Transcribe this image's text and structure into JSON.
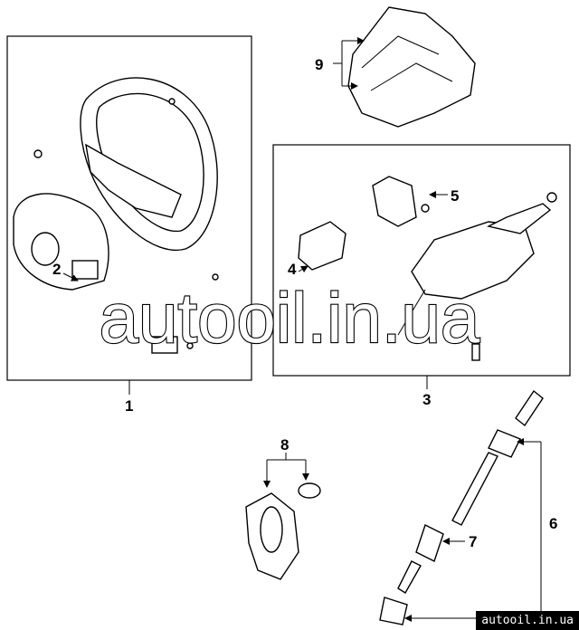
{
  "diagram": {
    "callouts": [
      "1",
      "2",
      "3",
      "4",
      "5",
      "6",
      "7",
      "8",
      "9"
    ],
    "watermark": "autooil.in.ua",
    "footer_watermark": "autooil.in.ua"
  }
}
